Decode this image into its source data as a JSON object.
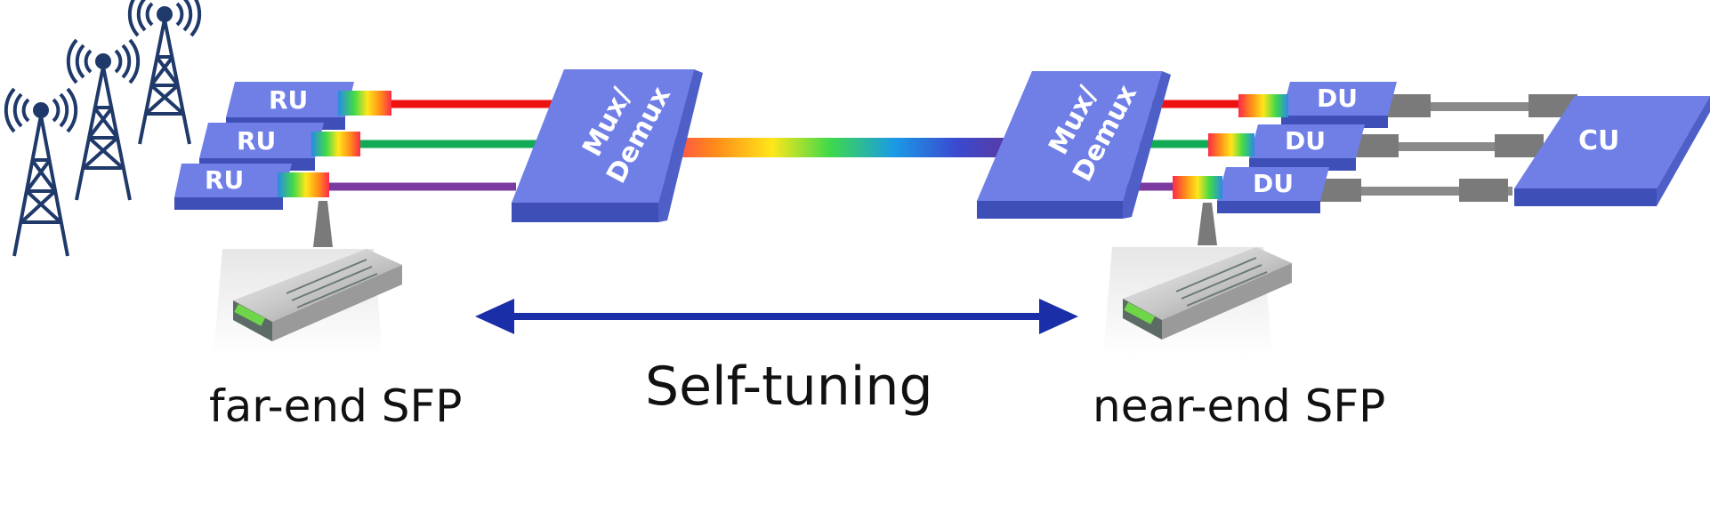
{
  "labels": {
    "ru": "RU",
    "du": "DU",
    "cu": "CU",
    "mux_line1": "Mux/",
    "mux_line2": "Demux",
    "far_end": "far-end SFP",
    "self_tuning": "Self-tuning",
    "near_end": "near-end SFP"
  },
  "colors": {
    "box_face": "#6f7fe6",
    "box_side": "#3f4fb8",
    "fiber_red": "#ee1111",
    "fiber_green": "#11aa55",
    "fiber_purple": "#7a3aa0",
    "fiber_grey": "#8a8a8a",
    "arrow": "#1a2ea8"
  },
  "icons": [
    "cell-tower-icon",
    "sfp-transceiver-icon"
  ]
}
